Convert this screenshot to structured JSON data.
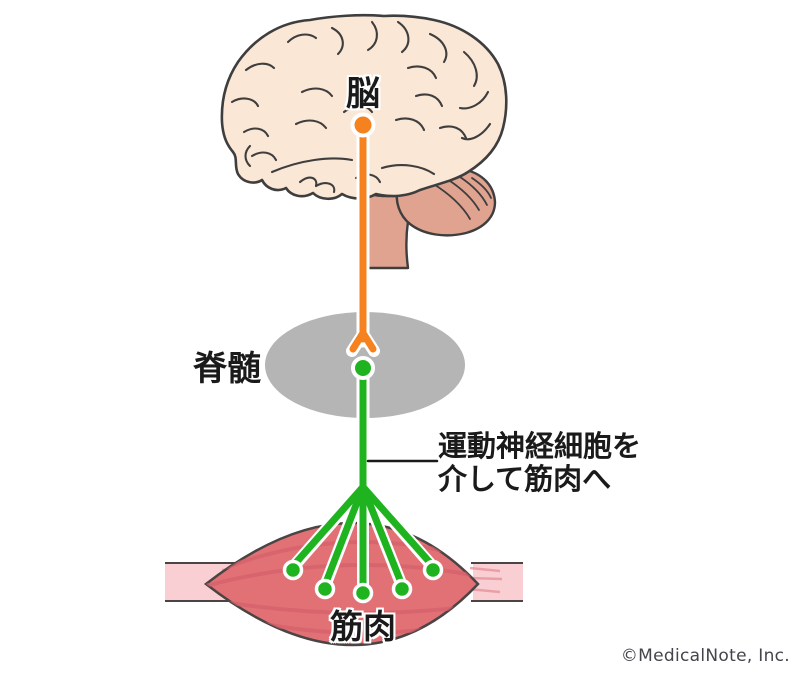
{
  "labels": {
    "brain": "脳",
    "spinal_cord": "脊髄",
    "muscle": "筋肉"
  },
  "annotation": {
    "line1": "運動神経細胞を",
    "line2": "介して筋肉へ"
  },
  "footer": {
    "copyright": "©MedicalNote, Inc."
  },
  "colors": {
    "upper_neuron_orange": "#F5821F",
    "lower_neuron_green": "#1FB41F",
    "spinal_cord_gray": "#B5B5B5",
    "muscle_belly_red": "#E27176",
    "muscle_striation": "#D5626B",
    "tendon_pink": "#F9CFD3",
    "brain_cream": "#FAE7D6",
    "brainstem_tan": "#DFA390",
    "outline_dark": "#3E3E3E"
  }
}
